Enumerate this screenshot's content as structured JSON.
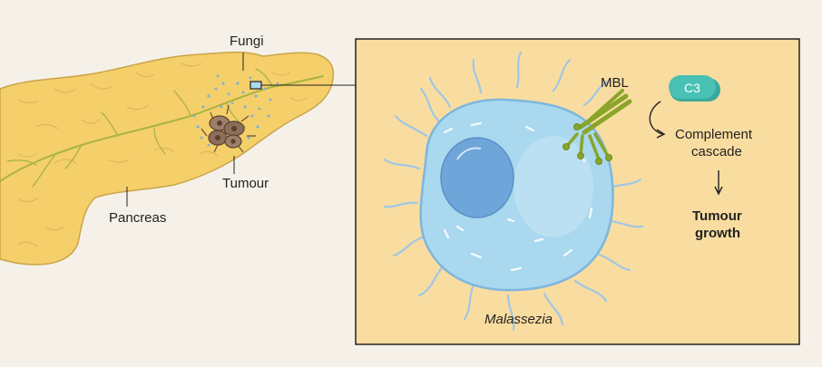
{
  "labels": {
    "fungi": "Fungi",
    "tumour": "Tumour",
    "pancreas": "Pancreas",
    "mbl": "MBL",
    "c3": "C3",
    "complement_line1": "Complement",
    "complement_line2": "cascade",
    "growth_line1": "Tumour",
    "growth_line2": "growth",
    "organism": "Malassezia"
  },
  "colors": {
    "background": "#f6f1e8",
    "pancreas": "#f5cf6a",
    "inset_fill": "#f9dda0",
    "cell": "#a9d8ef",
    "nucleus": "#6fa6d9",
    "mbl": "#8aa52a",
    "c3": "#49c1b4",
    "tumour": "#8d6e5a"
  },
  "icons": {
    "fungal_cell": "yeast-cell-icon",
    "mbl_protein": "mbl-protein-icon",
    "c3_protein": "c3-pill-icon",
    "tumour_cells": "tumour-cells-icon"
  }
}
